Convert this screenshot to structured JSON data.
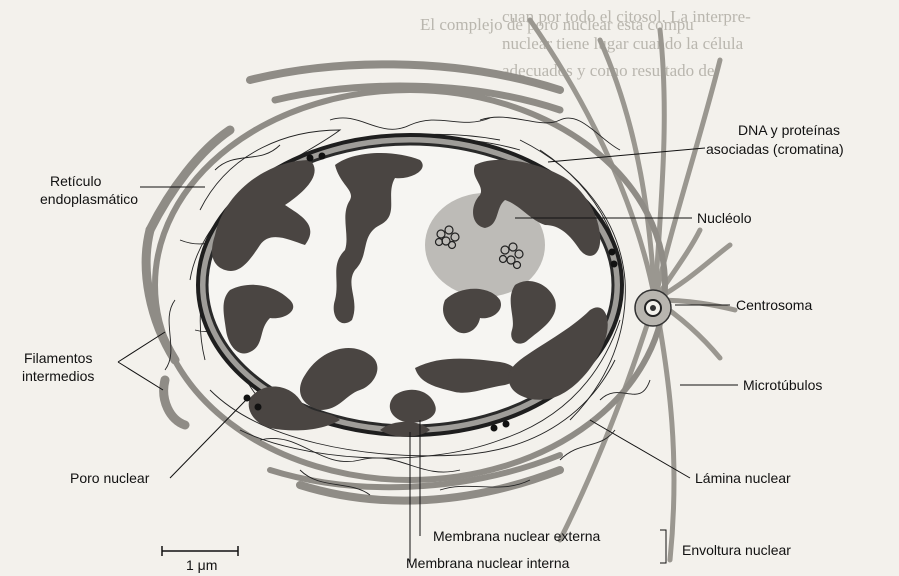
{
  "background_text": {
    "left": [
      "El complejo de poro nuclear está compu",
      "",
      "",
      "",
      "",
      "",
      "",
      "",
      "",
      "",
      "",
      "",
      "",
      "",
      "",
      "",
      "",
      "",
      "",
      ""
    ],
    "right": [
      "cuan por todo el citosol. La interpre-",
      "nuclear tiene lugar cuando la célula",
      "adecuados y como resultado de",
      "",
      "",
      "",
      "",
      "",
      "",
      "",
      "",
      "",
      "",
      "",
      "",
      "",
      "",
      "",
      "",
      ""
    ]
  },
  "labels": {
    "reticulo": [
      "Retículo",
      "endoplasmático"
    ],
    "filamentos": [
      "Filamentos",
      "intermedios"
    ],
    "poro": "Poro nuclear",
    "dna": [
      "DNA y proteínas",
      "asociadas (cromatina)"
    ],
    "nucleolo": "Nucléolo",
    "centrosoma": "Centrosoma",
    "microtubulos": "Microtúbulos",
    "lamina": "Lámina nuclear",
    "membrana_externa": "Membrana nuclear externa",
    "membrana_interna": "Membrana nuclear interna",
    "envoltura": "Envoltura nuclear",
    "scale": "1 μm"
  }
}
